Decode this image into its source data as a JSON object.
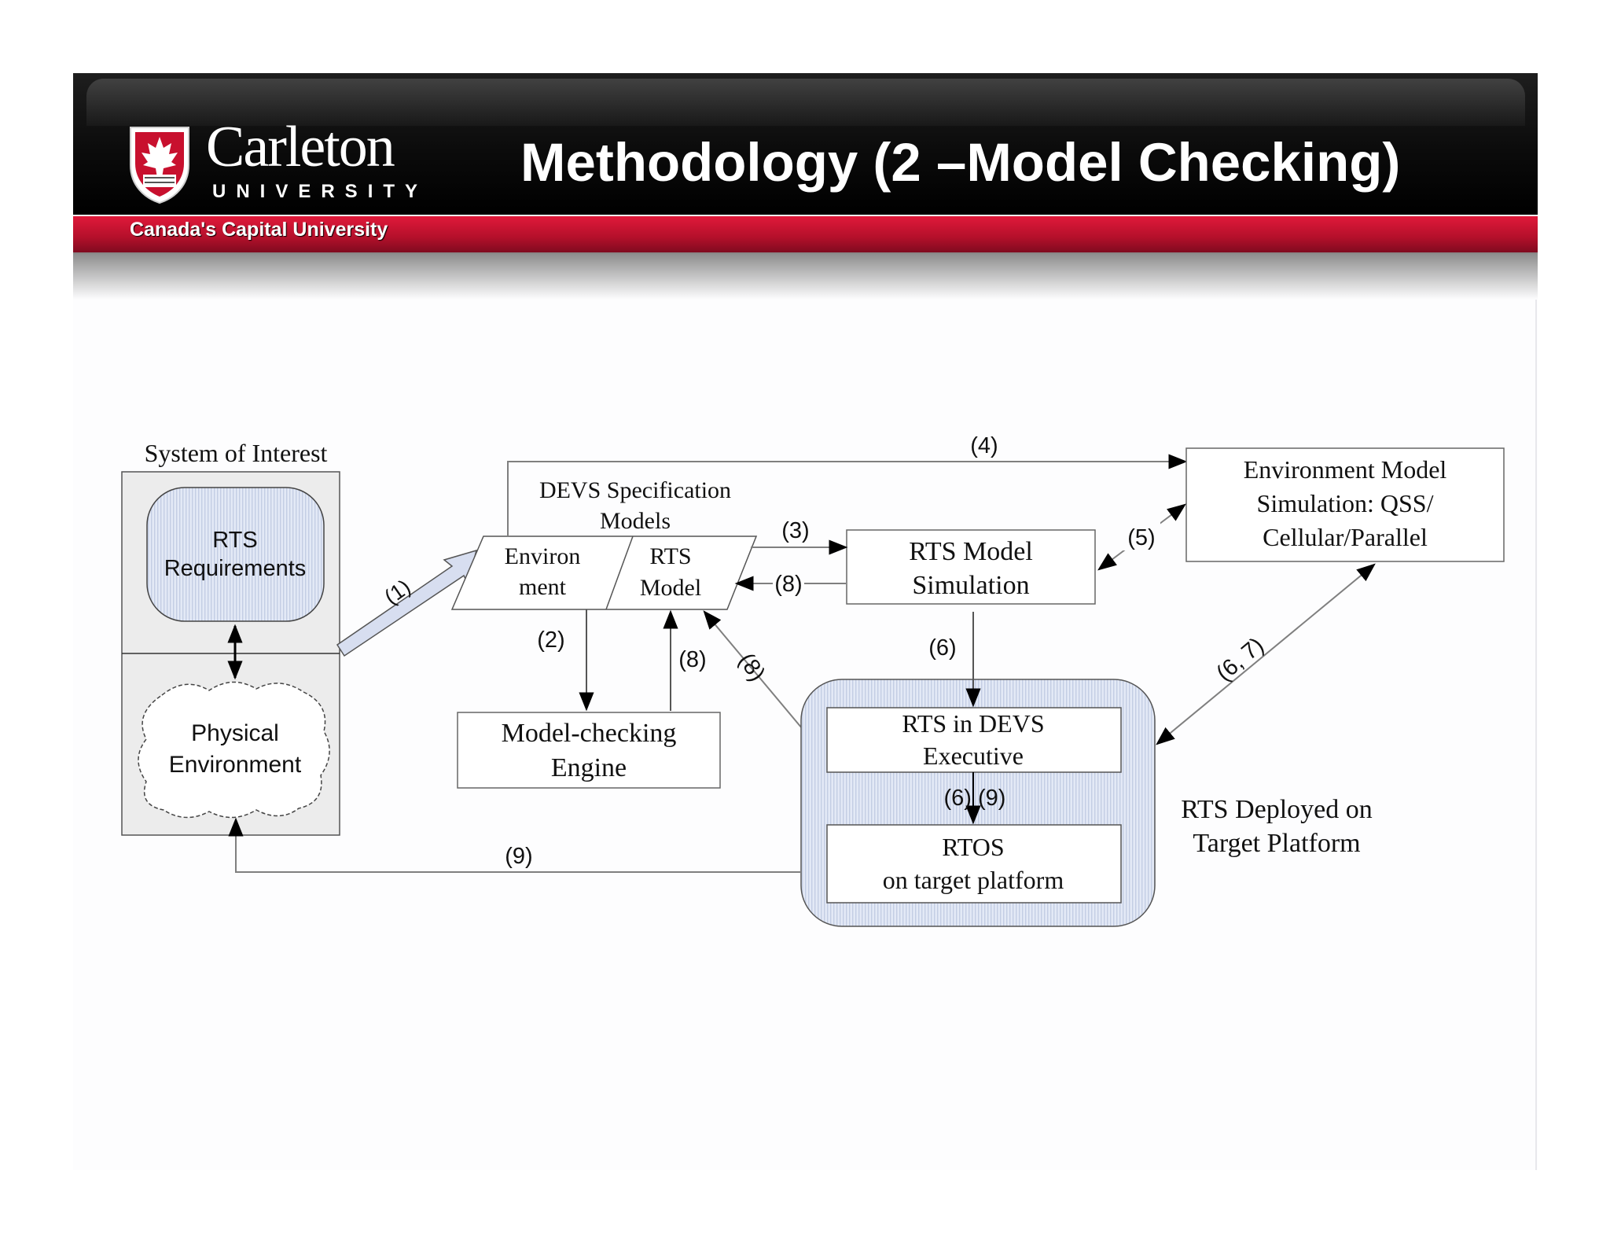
{
  "header": {
    "logo_name": "Carleton",
    "logo_university": "UNIVERSITY",
    "tagline": "Canada's Capital University",
    "title": "Methodology (2 –Model Checking)"
  },
  "diagram": {
    "system_of_interest": "System of Interest",
    "rts_requirements": [
      "RTS",
      "Requirements"
    ],
    "physical_environment": [
      "Physical",
      "Environment"
    ],
    "devs_spec_models": [
      "DEVS Specification",
      "Models"
    ],
    "environment_cell": [
      "Environ",
      "ment"
    ],
    "rts_model_cell": [
      "RTS",
      "Model"
    ],
    "rts_model_simulation": [
      "RTS Model",
      "Simulation"
    ],
    "environment_model_simulation": [
      "Environment Model",
      "Simulation: QSS/",
      "Cellular/Parallel"
    ],
    "model_checking_engine": [
      "Model-checking",
      "Engine"
    ],
    "rts_in_devs_executive": [
      "RTS in DEVS",
      "Executive"
    ],
    "rtos": [
      "RTOS",
      "on target platform"
    ],
    "rts_deployed": [
      "RTS Deployed on",
      "Target Platform"
    ],
    "labels": {
      "step1": "(1)",
      "step2": "(2)",
      "step3": "(3)",
      "step4": "(4)",
      "step5": "(5)",
      "step6": "(6)",
      "step6_9": "(6) (9)",
      "step6_7": "(6, 7)",
      "step8": "(8)",
      "step9": "(9)"
    }
  },
  "colors": {
    "header_black": "#000000",
    "header_red": "#c8102e",
    "diagram_line": "#7f7f7f",
    "box_fill_blue": "#dbe3f4"
  }
}
